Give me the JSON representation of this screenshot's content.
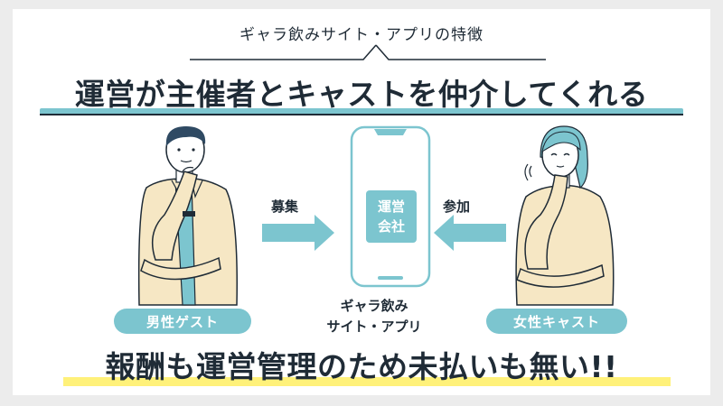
{
  "header": {
    "subtitle": "ギャラ飲みサイト・アプリの特徴",
    "title": "運営が主催者とキャストを仲介してくれる"
  },
  "flow": {
    "left_arrow_label": "募集",
    "right_arrow_label": "参加",
    "company_line1": "運営",
    "company_line2": "会社",
    "app_line1": "ギャラ飲み",
    "app_line2": "サイト・アプリ"
  },
  "roles": {
    "male_label": "男性ゲスト",
    "female_label": "女性キャスト"
  },
  "footer": {
    "text": "報酬も運営管理のため未払いも無い!!"
  },
  "colors": {
    "accent_teal": "#7cc5cf",
    "highlight_yellow": "#fff17a",
    "text_dark": "#1f2b36",
    "shirt_beige": "#f6e7c4"
  },
  "icons": [
    "male-guest-illustration",
    "female-cast-illustration",
    "smartphone-icon",
    "arrow-right-icon",
    "arrow-left-icon"
  ]
}
